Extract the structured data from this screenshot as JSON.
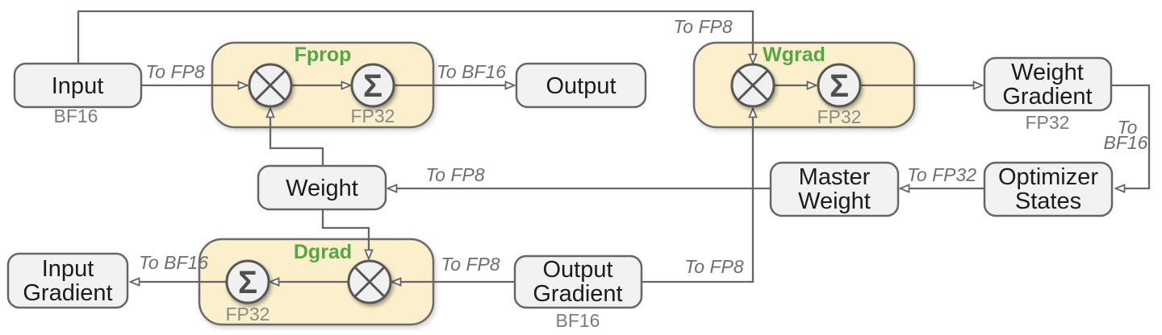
{
  "diagram": {
    "nodes": {
      "input": {
        "label": "Input",
        "format": "BF16"
      },
      "output": {
        "label": "Output"
      },
      "weight_gradient": {
        "label_line1": "Weight",
        "label_line2": "Gradient",
        "format": "FP32"
      },
      "weight": {
        "label": "Weight"
      },
      "master_weight": {
        "label_line1": "Master",
        "label_line2": "Weight"
      },
      "optimizer_states": {
        "label_line1": "Optimizer",
        "label_line2": "States"
      },
      "input_gradient": {
        "label_line1": "Input",
        "label_line2": "Gradient"
      },
      "output_gradient": {
        "label_line1": "Output",
        "label_line2": "Gradient",
        "format": "BF16"
      }
    },
    "gemm_blocks": {
      "fprop": {
        "title": "Fprop",
        "accumulate_format": "FP32",
        "sum_symbol": "Σ"
      },
      "wgrad": {
        "title": "Wgrad",
        "accumulate_format": "FP32",
        "sum_symbol": "Σ"
      },
      "dgrad": {
        "title": "Dgrad",
        "accumulate_format": "FP32",
        "sum_symbol": "Σ"
      }
    },
    "cast_labels": {
      "input_to_wgrad": "To FP8",
      "input_to_fprop": "To FP8",
      "fprop_to_output": "To BF16",
      "master_weight_to_weight": "To FP8",
      "optimizer_to_master_weight": "To FP32",
      "weight_gradient_to_optimizer_line1": "To",
      "weight_gradient_to_optimizer_line2": "BF16",
      "output_gradient_to_wgrad": "To FP8",
      "output_gradient_to_dgrad": "To FP8",
      "dgrad_to_input_gradient": "To BF16"
    },
    "colors": {
      "gemm_block_fill": "#fbf0cb",
      "node_fill": "#f2f2f2",
      "line_stroke": "#666666",
      "block_title_green": "#58a546",
      "muted_label_grey": "#7a7a7a"
    }
  }
}
